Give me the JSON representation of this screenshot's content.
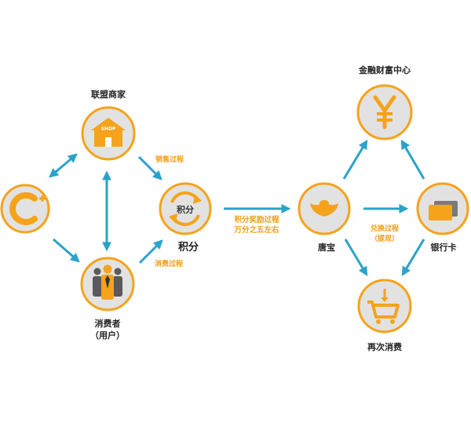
{
  "nodes": {
    "merchant": "联盟商家",
    "cplus": "",
    "points": "积分",
    "points_icon_text": "积分",
    "consumer_line1": "消费者",
    "consumer_line2": "（用户）",
    "shop_sign": "SHOP",
    "tangbao": "唐宝",
    "finance": "金融财富中心",
    "bank": "银行卡",
    "reconsume": "再次消费"
  },
  "edges": {
    "sales": "销售过程",
    "consume": "消费过程",
    "reward_line1": "积分奖励过程",
    "reward_line2": "万分之五左右",
    "exchange_line1": "兑换过程",
    "exchange_line2": "（提现）"
  },
  "colors": {
    "accent": "#f5a31a",
    "arrow": "#2aa3c9",
    "circle_fill": "#e2e2e2",
    "label_orange": "#f39c12"
  },
  "icons": [
    "shop-icon",
    "c-plus-icon",
    "points-cycle-icon",
    "consumer-group-icon",
    "gold-ingot-icon",
    "yuan-icon",
    "bank-card-icon",
    "shopping-cart-icon"
  ]
}
